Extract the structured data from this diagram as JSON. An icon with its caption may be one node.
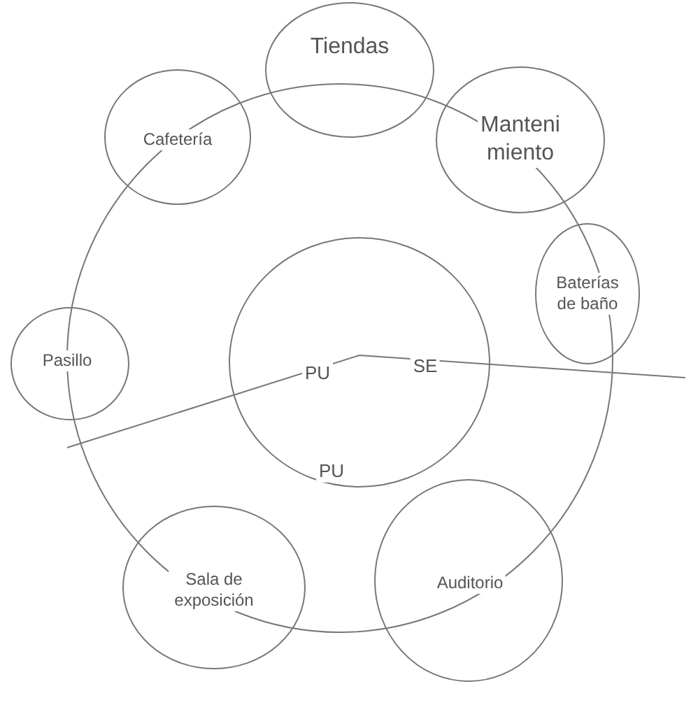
{
  "diagram": {
    "nodes": [
      {
        "text": [],
        "shape": "circle"
      },
      {
        "text": [
          "Tiendas"
        ]
      },
      {
        "text": [
          "Cafetería"
        ]
      },
      {
        "text": [
          "Manteni miento"
        ]
      },
      {
        "text": [
          "Baterías de baño"
        ]
      },
      {
        "text": [
          "PU",
          "SE",
          "PU"
        ],
        "in": 0
      },
      {
        "text": [
          "Pasillo"
        ]
      },
      {
        "text": [
          "Sala de exposición"
        ]
      },
      {
        "text": [
          "Auditorio"
        ]
      }
    ]
  }
}
